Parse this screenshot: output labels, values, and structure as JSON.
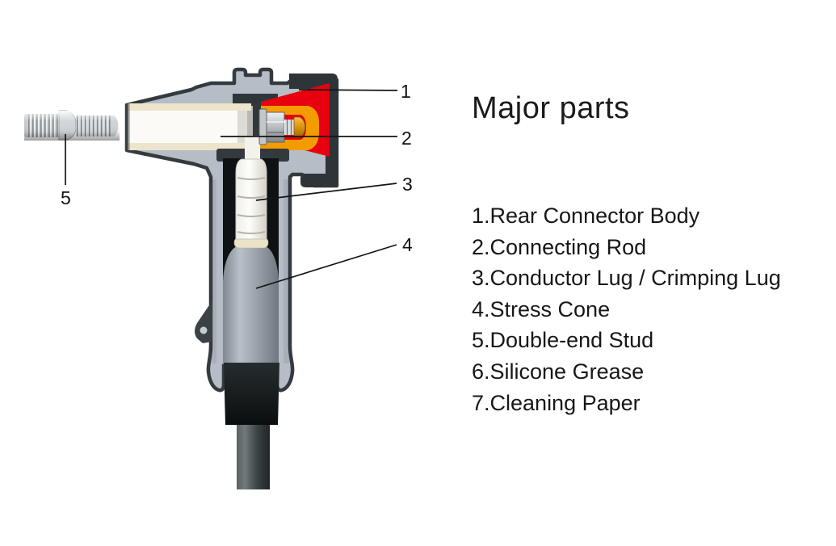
{
  "panel": {
    "title": "Major parts",
    "items": [
      "1.Rear Connector Body",
      "2.Connecting Rod",
      "3.Conductor Lug / Crimping Lug",
      "4.Stress Cone",
      "5.Double-end Stud",
      "6.Silicone Grease",
      "7.Cleaning Paper"
    ]
  },
  "diagram": {
    "callouts": [
      "1",
      "2",
      "3",
      "4",
      "5"
    ],
    "colors": {
      "body_gray": "#b6bdc6",
      "outline_dark": "#343b3f",
      "insulation_red": "#e8000e",
      "lug_pocket_orange": "#f49b00",
      "rod_white": "#f6f5f0",
      "liner_cream": "#ece5cc",
      "stress_cone_gray": "#9aa3ab",
      "cable_jacket_black": "#15181a",
      "metal_silver": "#d6d9dc"
    }
  }
}
